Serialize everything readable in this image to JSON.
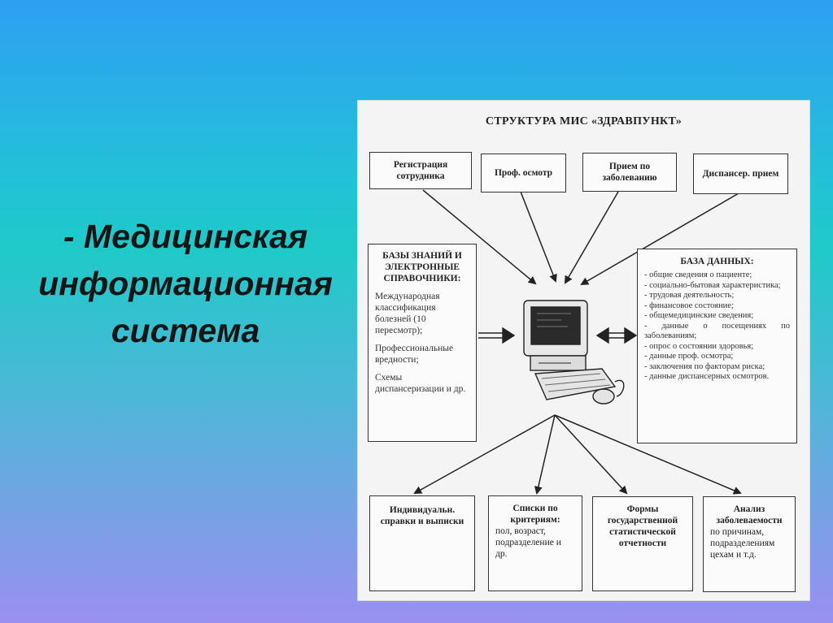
{
  "slide_title": [
    "- Медицинская",
    "информационная",
    "система"
  ],
  "diagram": {
    "title": "СТРУКТУРА МИС «ЗДРАВПУНКТ»",
    "top_boxes": [
      "Регистрация сотрудника",
      "Проф. осмотр",
      "Прием по заболеванию",
      "Диспансер. прием"
    ],
    "knowledge": {
      "heading": "БАЗЫ ЗНАНИЙ И ЭЛЕКТРОННЫЕ СПРАВОЧНИКИ:",
      "items": [
        "Международная классификация болезней (10 пересмотр);",
        "Профессиональные вредности;",
        "Схемы диспансеризации и др."
      ]
    },
    "database": {
      "heading": "БАЗА ДАННЫХ:",
      "items": [
        "- общие сведения о пациенте;",
        "- социально-бытовая характеристика;",
        "- трудовая деятельность;",
        "- финансовое состояние;",
        "- общемедицинские сведения;",
        "- данные о посещениях по заболеваниям;",
        "- опрос о состоянии здоровья;",
        "- данные проф. осмотра;",
        "- заключения по факторам риска;",
        "- данные диспансерных осмотров."
      ]
    },
    "bottom_boxes": [
      {
        "heading": "Индивидуальн. справки и выписки",
        "text": ""
      },
      {
        "heading": "Списки по критериям:",
        "text": "пол, возраст, подразделение и др."
      },
      {
        "heading": "Формы государственной статистической отчетности",
        "text": ""
      },
      {
        "heading": "Анализ заболеваемости",
        "text": "по причинам, подразделениям цехам и т.д."
      }
    ]
  }
}
